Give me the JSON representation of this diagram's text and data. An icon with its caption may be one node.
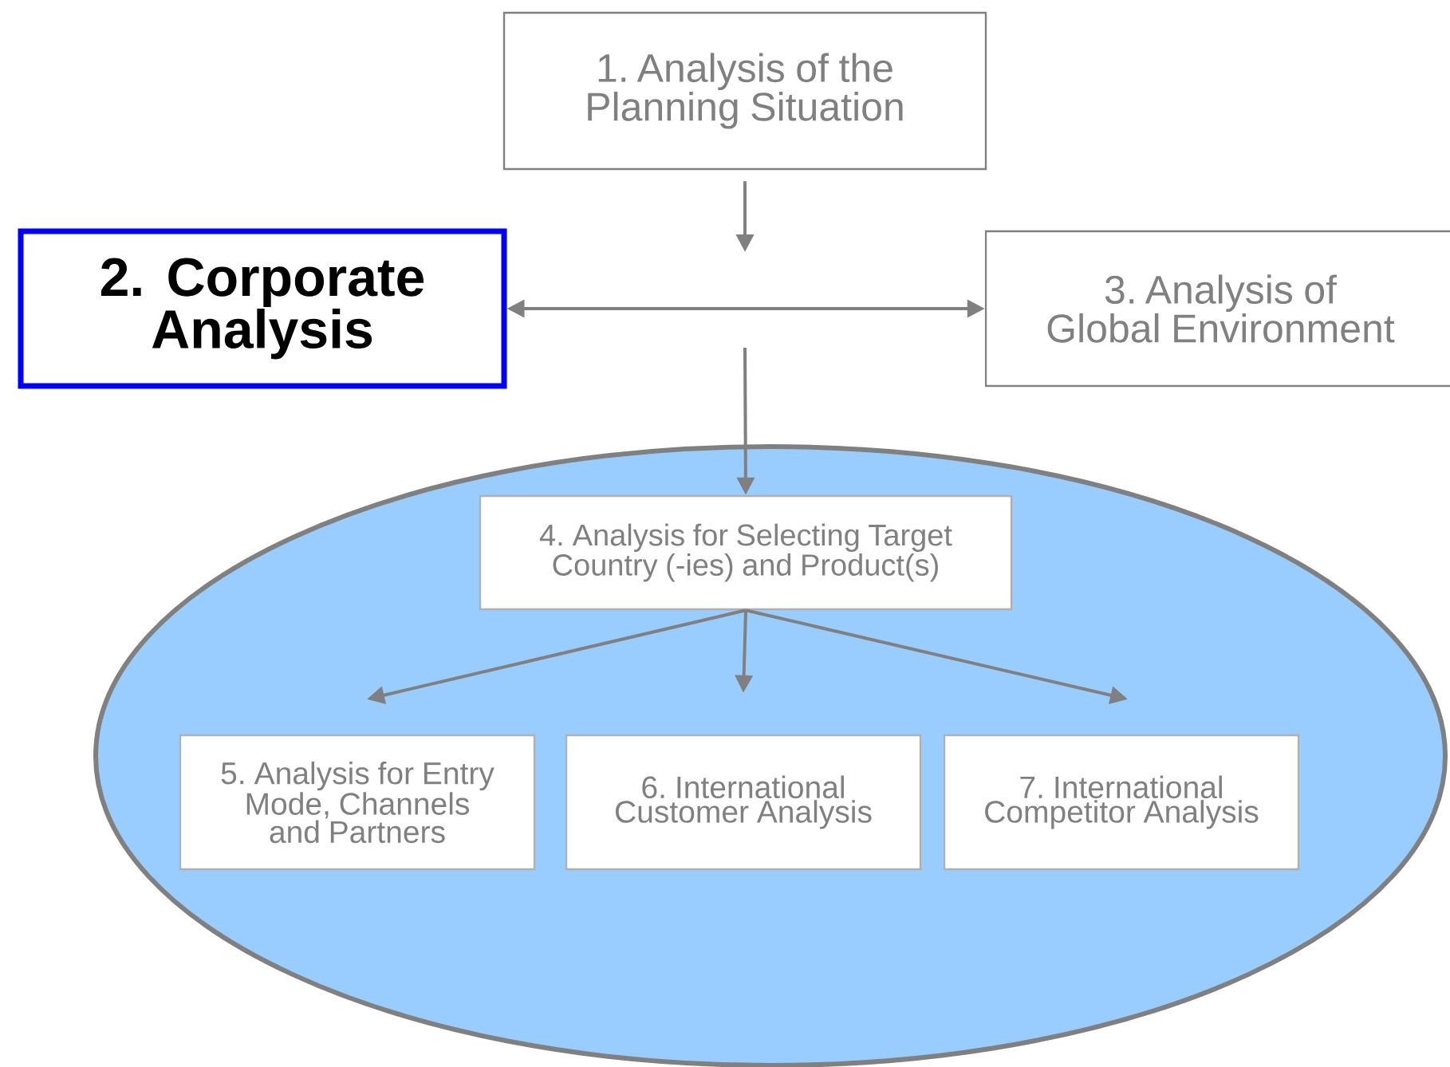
{
  "diagram": {
    "nodes": [
      {
        "text": [
          "1. Analysis of the Planning Situation"
        ]
      },
      {
        "text": [
          "2. Corporate Analysis"
        ]
      },
      {
        "text": [
          "3. Analysis of Global Environment"
        ]
      },
      {
        "text": [],
        "shape": "circle"
      },
      {
        "text": [
          "4. Analysis for Selecting Target Country (-ies) and Product(s)"
        ],
        "in": 3
      },
      {
        "text": [
          "5. Analysis for Entry Mode, Channels and Partners"
        ],
        "in": 3
      },
      {
        "text": [
          "6. International Customer Analysis"
        ],
        "in": 3
      },
      {
        "text": [
          "7. International Competitor Analysis"
        ],
        "in": 3
      }
    ],
    "edges": [
      {
        "from": 0,
        "to": null,
        "arrow": "to"
      },
      {
        "from": 1,
        "to": 2,
        "arrow": "both"
      },
      {
        "from": null,
        "to": 4,
        "arrow": "to"
      },
      {
        "from": 4,
        "to": 5,
        "arrow": "to"
      },
      {
        "from": 4,
        "to": 6,
        "arrow": "to"
      },
      {
        "from": 4,
        "to": 7,
        "arrow": "to"
      }
    ]
  }
}
